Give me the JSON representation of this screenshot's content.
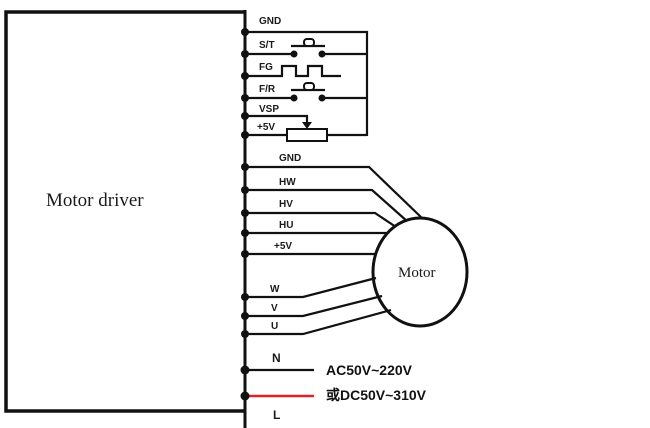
{
  "diagram": {
    "title": "Motor driver wiring diagram",
    "driver_label": "Motor driver",
    "motor_label": "Motor",
    "colors": {
      "wire": "#111111",
      "live_wire": "#e0202a",
      "background": "#ffffff"
    },
    "control_pins": [
      {
        "id": "gnd-top",
        "label": "GND"
      },
      {
        "id": "st",
        "label": "S/T",
        "component": "push-switch"
      },
      {
        "id": "fg",
        "label": "FG",
        "component": "square-wave"
      },
      {
        "id": "fr",
        "label": "F/R",
        "component": "push-switch"
      },
      {
        "id": "vsp",
        "label": "VSP",
        "component": "potentiometer-wiper"
      },
      {
        "id": "plus5v-top",
        "label": "+5V",
        "component": "potentiometer"
      }
    ],
    "hall_pins": [
      {
        "id": "gnd-hall",
        "label": "GND"
      },
      {
        "id": "hw",
        "label": "HW"
      },
      {
        "id": "hv",
        "label": "HV"
      },
      {
        "id": "hu",
        "label": "HU"
      },
      {
        "id": "plus5v-hall",
        "label": "+5V"
      }
    ],
    "phase_pins": [
      {
        "id": "w",
        "label": "W"
      },
      {
        "id": "v",
        "label": "V"
      },
      {
        "id": "u",
        "label": "U"
      }
    ],
    "power_pins": [
      {
        "id": "n",
        "label": "N"
      },
      {
        "id": "l",
        "label": "L"
      }
    ],
    "supply": {
      "line1": "AC50V~220V",
      "line2": "或DC50V~310V"
    }
  }
}
